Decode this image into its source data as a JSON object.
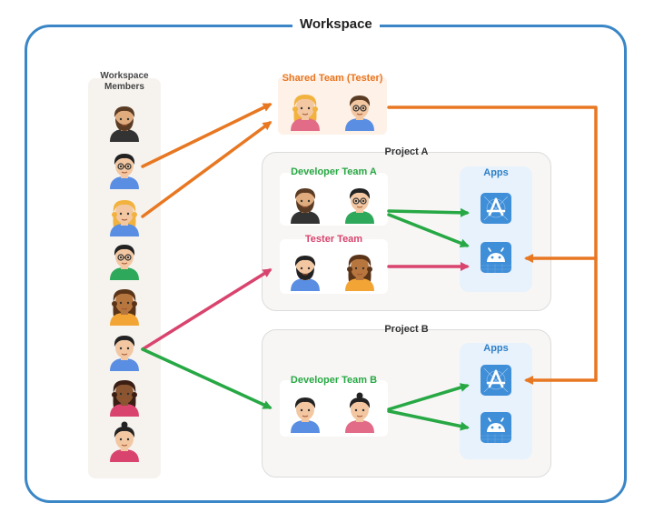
{
  "workspace": {
    "title": "Workspace"
  },
  "members": {
    "title_line1": "Workspace",
    "title_line2": "Members"
  },
  "shared_team": {
    "title": "Shared Team (Tester)",
    "color": "#e87722"
  },
  "project_a": {
    "title": "Project A",
    "developer_team": {
      "title": "Developer Team A",
      "color": "#27a844"
    },
    "tester_team": {
      "title": "Tester Team",
      "color": "#d9446e"
    },
    "apps_title": "Apps"
  },
  "project_b": {
    "title": "Project B",
    "developer_team": {
      "title": "Developer Team B",
      "color": "#27a844"
    },
    "apps_title": "Apps"
  },
  "icons": [
    "app-store-icon",
    "android-icon"
  ],
  "colors": {
    "frame": "#3a86c6",
    "orange": "#e87722",
    "green": "#27a844",
    "pink": "#d9446e",
    "apps": "#2f7fc6"
  }
}
